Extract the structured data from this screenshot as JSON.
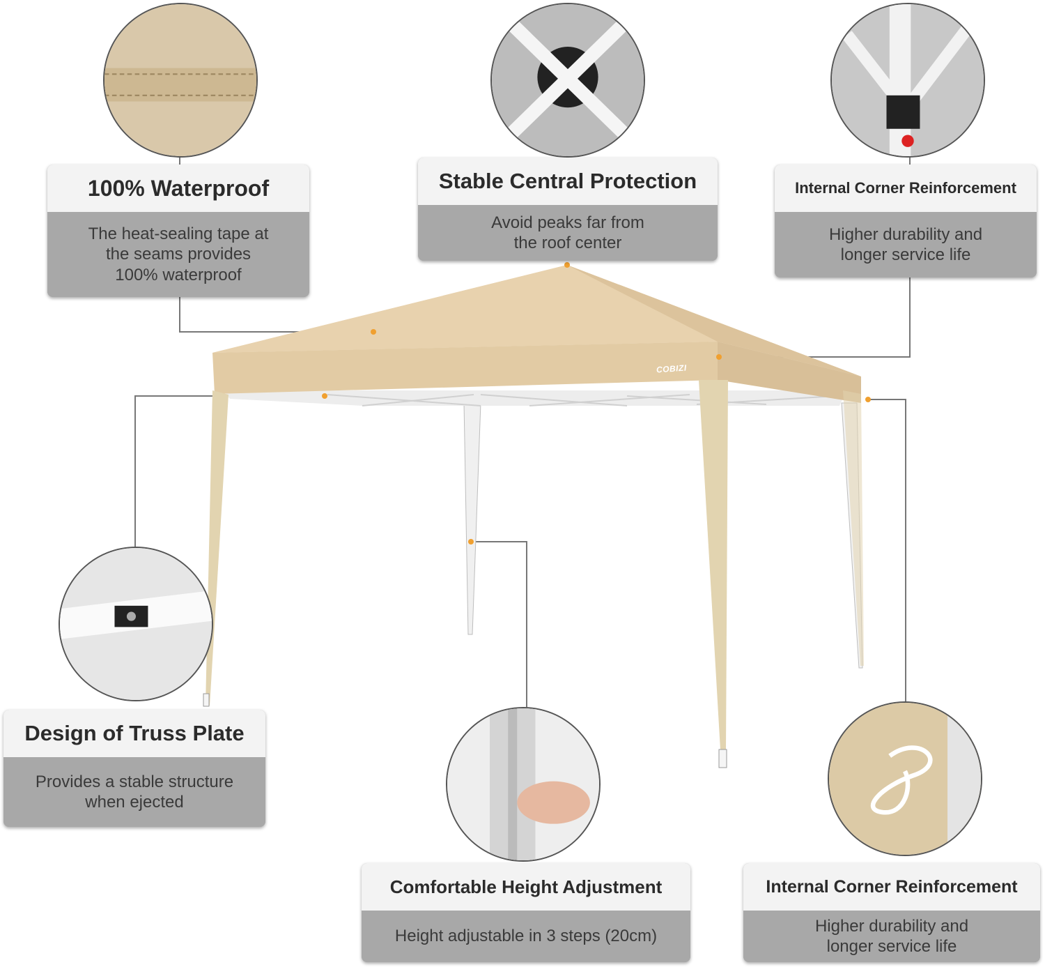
{
  "colors": {
    "canopy": "#e6d0ab",
    "leg": "#e2d4b0",
    "frame": "#f4f4f4",
    "card_title_bg": "#f3f3f3",
    "card_body_bg": "#a8a8a8",
    "connector": "#777777",
    "dot": "#f0a030"
  },
  "brand": "COBIZI",
  "features": [
    {
      "id": "waterproof",
      "icon": "fabric-seam-icon",
      "title": "100% Waterproof",
      "lines": [
        "The heat-sealing tape at",
        "the seams provides",
        "100% waterproof"
      ]
    },
    {
      "id": "central",
      "icon": "central-hub-icon",
      "title": "Stable Central Protection",
      "lines": [
        "Avoid peaks far from",
        "the roof center"
      ]
    },
    {
      "id": "corner-top",
      "icon": "corner-bracket-icon",
      "title": "Internal Corner Reinforcement",
      "lines": [
        "Higher durability and",
        "longer service life"
      ]
    },
    {
      "id": "truss",
      "icon": "truss-plate-icon",
      "title": "Design of Truss Plate",
      "lines": [
        "Provides a stable structure",
        "when ejected"
      ]
    },
    {
      "id": "height",
      "icon": "height-lock-icon",
      "title": "Comfortable Height Adjustment",
      "lines": [
        "Height adjustable in 3 steps (20cm)"
      ]
    },
    {
      "id": "corner-bottom",
      "icon": "rope-loop-icon",
      "title": "Internal Corner Reinforcement",
      "lines": [
        "Higher durability and",
        "longer service life"
      ]
    }
  ]
}
